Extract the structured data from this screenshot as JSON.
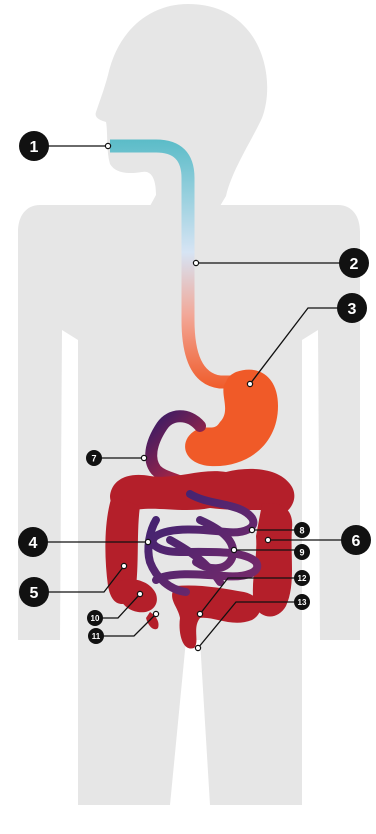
{
  "colors": {
    "silhouette": "#e6e6e6",
    "esophagus_top": "#5bbcc8",
    "esophagus_mid": "#cfe0f0",
    "esophagus_low": "#f08a70",
    "stomach": "#f05a28",
    "large_intestine": "#b41f2a",
    "small_intestine_dark": "#2a1a6a",
    "small_intestine_light": "#6a2a7a",
    "marker": "#111111",
    "marker_text": "#ffffff"
  },
  "markers": {
    "m1": "1",
    "m2": "2",
    "m3": "3",
    "m4": "4",
    "m5": "5",
    "m6": "6",
    "m7": "7",
    "m8": "8",
    "m9": "9",
    "m10": "10",
    "m11": "11",
    "m12": "12",
    "m13": "13"
  }
}
